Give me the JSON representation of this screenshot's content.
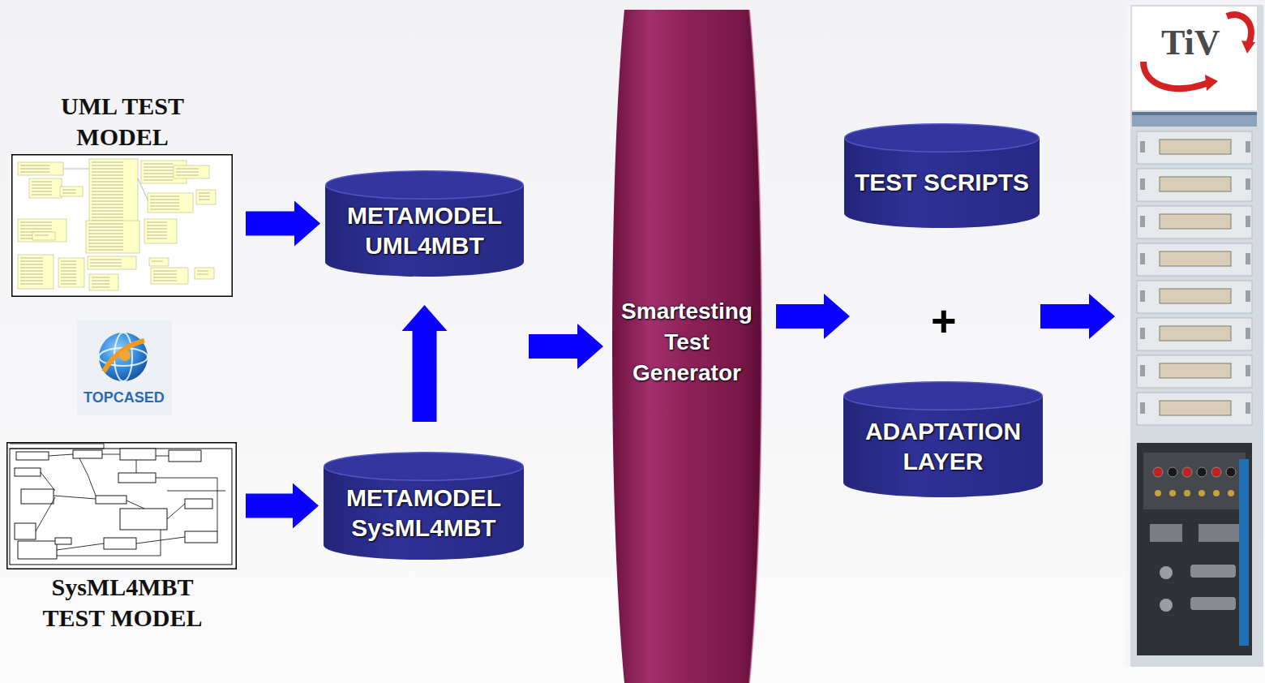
{
  "diagram": {
    "nodes": [
      {
        "text": [
          "UML TEST MODEL"
        ]
      },
      {
        "text": [
          "SysML4MBT TEST MODEL"
        ]
      },
      {
        "text": [
          "METAMODEL UML4MBT"
        ]
      },
      {
        "text": [
          "METAMODEL SysML4MBT"
        ]
      },
      {
        "text": [
          "Smartesting Test Generator"
        ]
      },
      {
        "text": [
          "TEST SCRIPTS"
        ]
      },
      {
        "text": [
          "ADAPTATION LAYER"
        ]
      },
      {
        "text": [
          "TiV"
        ]
      }
    ],
    "edges": [
      {
        "from": 0,
        "to": 2,
        "arrow": "to"
      },
      {
        "from": 1,
        "to": 3,
        "arrow": "to"
      },
      {
        "from": 3,
        "to": 2,
        "arrow": "to"
      },
      {
        "from": 2,
        "to": 4,
        "arrow": "to"
      }
    ],
    "labels": [
      "TOPCASED",
      "+"
    ]
  }
}
